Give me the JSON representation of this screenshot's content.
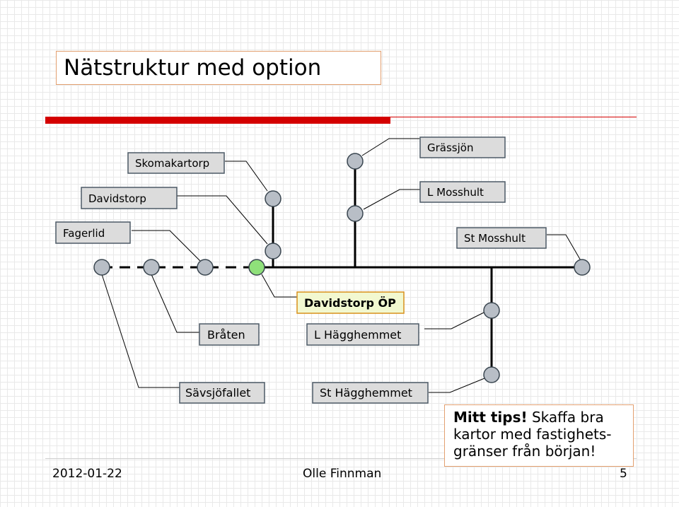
{
  "slide": {
    "title": "Nätstruktur med option"
  },
  "labels": {
    "skomakartorp": "Skomakartorp",
    "davidstorp": "Davidstorp",
    "fagerlid": "Fagerlid",
    "grassjon": "Grässjön",
    "l_mosshult": "L Mosshult",
    "st_mosshult": "St Mosshult",
    "davidstorp_op": "Davidstorp ÖP",
    "braten": "Bråten",
    "l_hagghemmet": "L Hägghemmet",
    "savsjofallet": "Sävsjöfallet",
    "st_hagghemmet": "St Hägghemmet"
  },
  "tips": {
    "bold": "Mitt tips!",
    "text": " Skaffa bra kartor med fastighets-gränser från början!",
    "line1_rest": " Skaffa bra",
    "line2": "kartor med fastighets-",
    "line3": "gränser från början!"
  },
  "footer": {
    "date": "2012-01-22",
    "author": "Olle Finnman",
    "page": "5"
  },
  "colors": {
    "accent_red": "#d40000",
    "node_grey": "#b8bec6",
    "node_highlight": "#8fe07a",
    "label_fill": "#dcdcdc",
    "label_border": "#4d5a66",
    "box_border": "#e3a070"
  }
}
